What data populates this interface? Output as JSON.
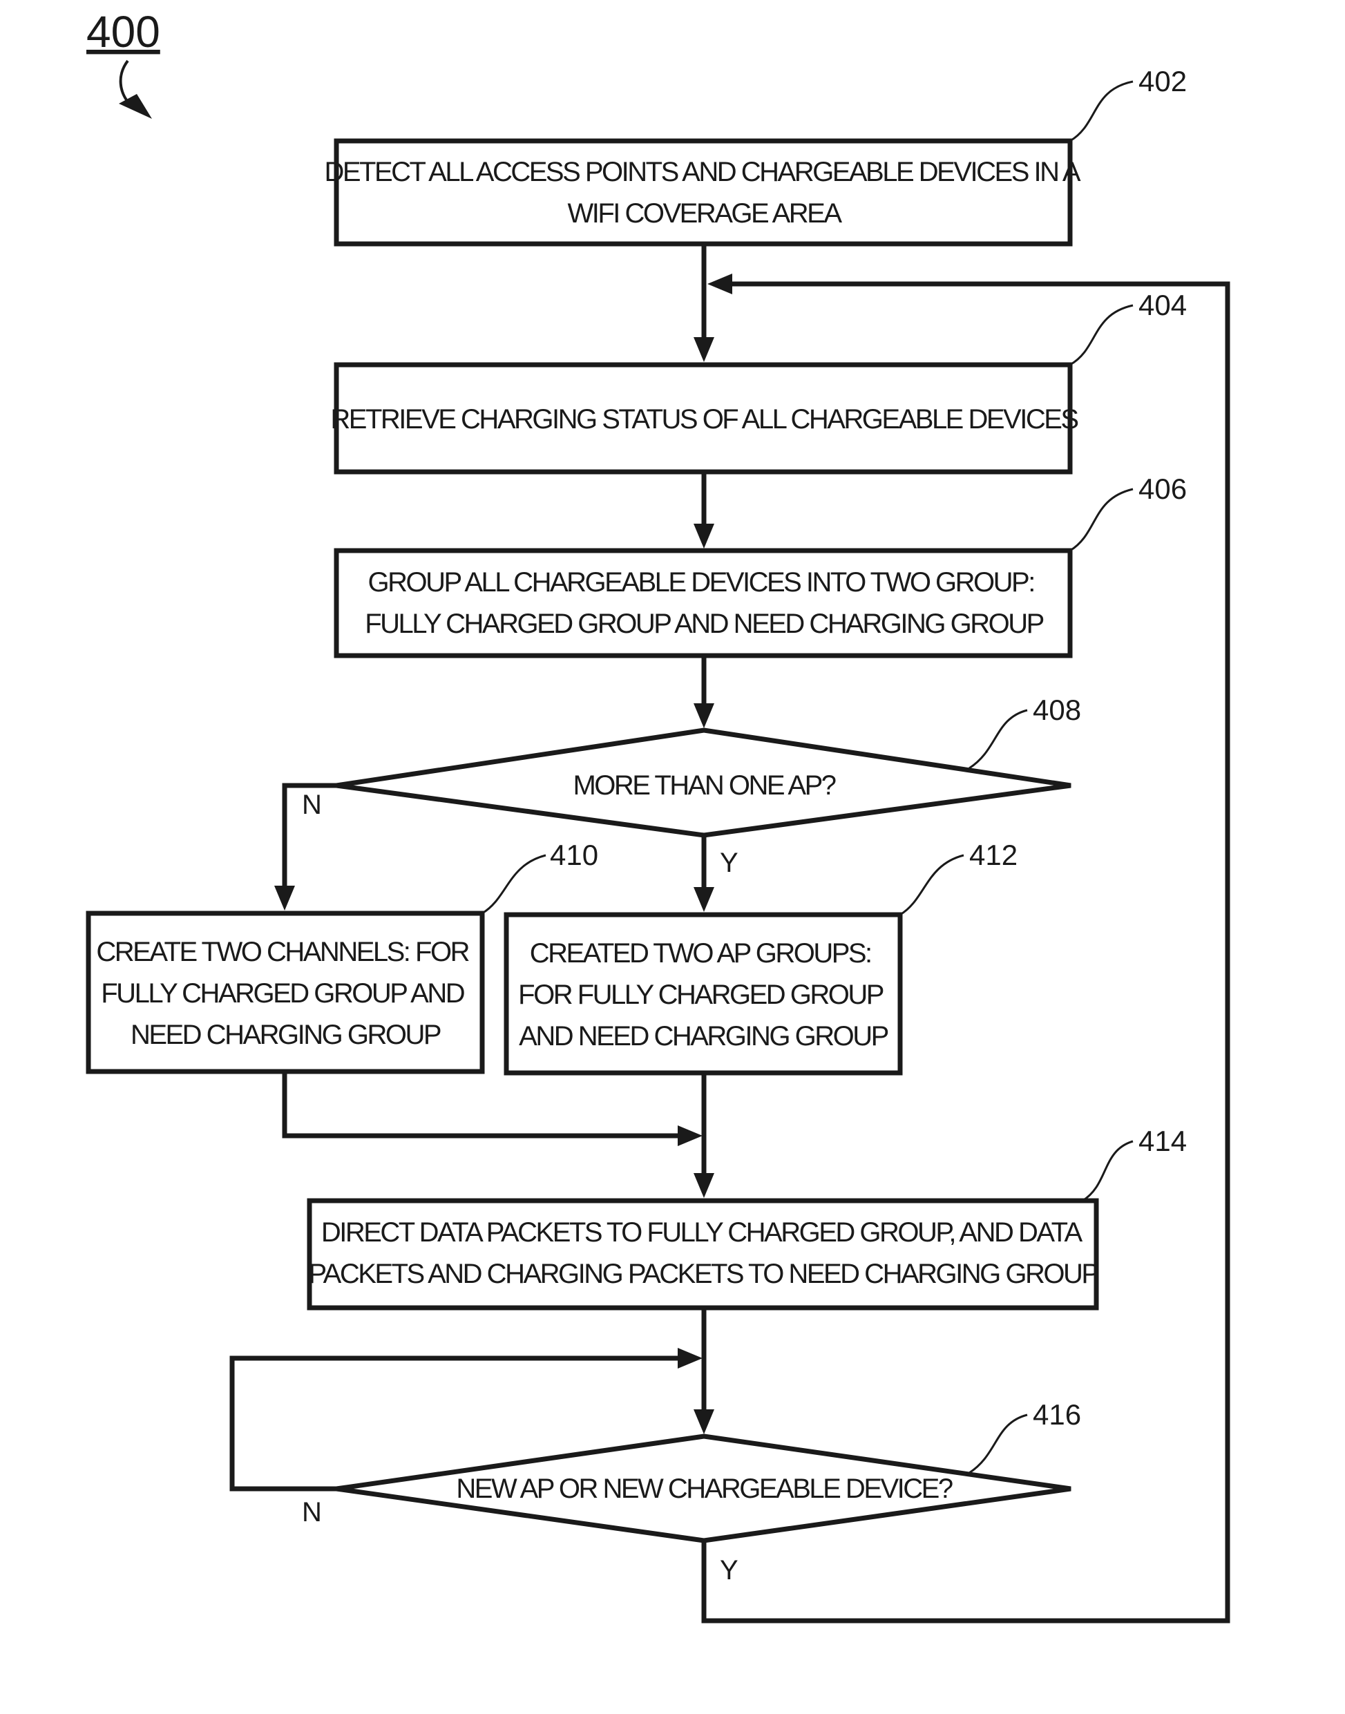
{
  "figure_label": "400",
  "steps": {
    "s402": {
      "ref": "402",
      "lines": [
        "DETECT ALL ACCESS POINTS AND CHARGEABLE DEVICES IN A",
        "WIFI COVERAGE AREA"
      ]
    },
    "s404": {
      "ref": "404",
      "lines": [
        "RETRIEVE CHARGING STATUS OF ALL CHARGEABLE DEVICES"
      ]
    },
    "s406": {
      "ref": "406",
      "lines": [
        "GROUP ALL CHARGEABLE DEVICES INTO TWO GROUP:",
        "FULLY CHARGED GROUP AND NEED CHARGING GROUP"
      ]
    },
    "s408": {
      "ref": "408",
      "lines": [
        "MORE THAN ONE AP?"
      ]
    },
    "s410": {
      "ref": "410",
      "lines": [
        "CREATE TWO CHANNELS: FOR",
        "FULLY CHARGED GROUP AND",
        "NEED CHARGING GROUP"
      ]
    },
    "s412": {
      "ref": "412",
      "lines": [
        "CREATED TWO AP GROUPS:",
        "FOR FULLY CHARGED GROUP",
        "AND NEED CHARGING GROUP"
      ]
    },
    "s414": {
      "ref": "414",
      "lines": [
        "DIRECT DATA PACKETS TO FULLY CHARGED GROUP, AND DATA",
        "PACKETS AND CHARGING PACKETS TO NEED CHARGING GROUP"
      ]
    },
    "s416": {
      "ref": "416",
      "lines": [
        "NEW AP OR NEW CHARGEABLE DEVICE?"
      ]
    }
  },
  "branches": {
    "b408_no": "N",
    "b408_yes": "Y",
    "b416_no": "N",
    "b416_yes": "Y"
  }
}
